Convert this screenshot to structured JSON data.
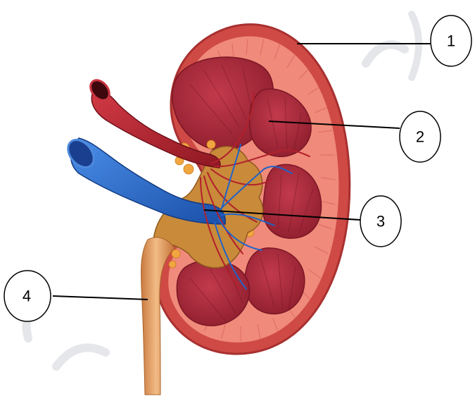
{
  "callouts": [
    {
      "label": "1"
    },
    {
      "label": "2"
    },
    {
      "label": "3"
    },
    {
      "label": "4"
    }
  ],
  "colors": {
    "capsule": "#cf4a45",
    "cortex": "#f08a7a",
    "medulla": "#a8283a",
    "pelvis": "#c98a3a",
    "fat": "#f2a640",
    "artery": "#b2202c",
    "vein": "#1f63c9",
    "ureter": "#e7a26a",
    "leader_line": "#000000",
    "watermark": "#cfd3d8"
  },
  "icons": [
    "kidney-illustration"
  ]
}
